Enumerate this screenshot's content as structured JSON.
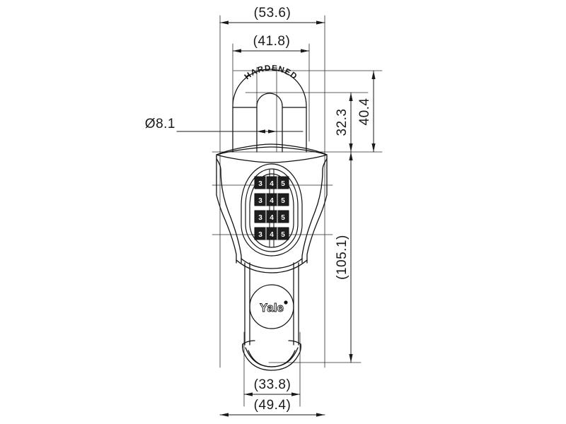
{
  "drawing": {
    "title": "Yale combination padlock technical drawing",
    "subject": "padlock",
    "brand": "Yale",
    "shackle_marking": "HARDENED",
    "background_color": "#ffffff",
    "line_color": "#1a1a1a",
    "units": "mm"
  },
  "dimensions": {
    "overall_width": "(53.6)",
    "shackle_outer_width": "(41.8)",
    "shackle_diameter": "Ø8.1",
    "shackle_clearance_height": "32.3",
    "shackle_total_height": "40.4",
    "overall_height": "(105.1)",
    "shank_width": "(33.8)",
    "body_base_width": "(49.4)"
  },
  "dials": {
    "count": 4,
    "visible_digits": [
      "3",
      "4",
      "5"
    ],
    "rows": [
      {
        "digits": [
          "3",
          "4",
          "5"
        ]
      },
      {
        "digits": [
          "3",
          "4",
          "5"
        ]
      },
      {
        "digits": [
          "3",
          "4",
          "5"
        ]
      },
      {
        "digits": [
          "3",
          "4",
          "5"
        ]
      }
    ]
  },
  "labels": {
    "hardened": "HARDENED",
    "yale": "Yale"
  }
}
